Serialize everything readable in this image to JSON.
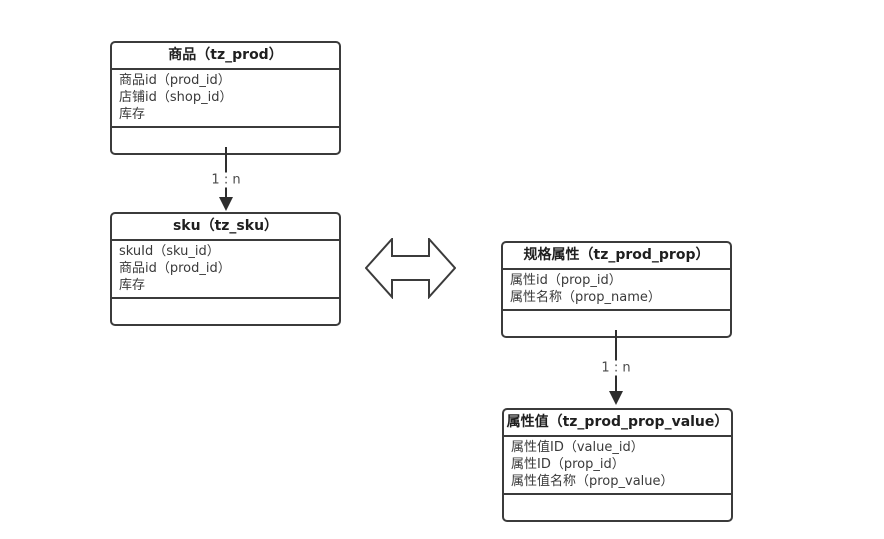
{
  "diagram": {
    "type": "entity-relationship",
    "colors": {
      "background": "#ffffff",
      "border": "#3b3b3b",
      "text": "#3a3a3a",
      "header_text": "#1f1f1f",
      "connector": "#2e2e2e"
    }
  },
  "entities": [
    {
      "title": "商品（tz_prod）",
      "fields": [
        "商品id（prod_id）",
        "店铺id（shop_id）",
        "库存"
      ]
    },
    {
      "title": "sku（tz_sku）",
      "fields": [
        "skuId（sku_id）",
        "商品id（prod_id）",
        "库存"
      ]
    },
    {
      "title": "规格属性（tz_prod_prop）",
      "fields": [
        "属性id（prop_id）",
        "属性名称（prop_name）"
      ]
    },
    {
      "title": "属性值（tz_prod_prop_value）",
      "fields": [
        "属性值ID（value_id）",
        "属性ID（prop_id）",
        "属性值名称（prop_value）"
      ]
    }
  ],
  "connectors": [
    {
      "label": "1 : n"
    },
    {
      "label": "1 : n"
    }
  ],
  "icons": {
    "double_arrow": "left-right-double-arrow"
  }
}
